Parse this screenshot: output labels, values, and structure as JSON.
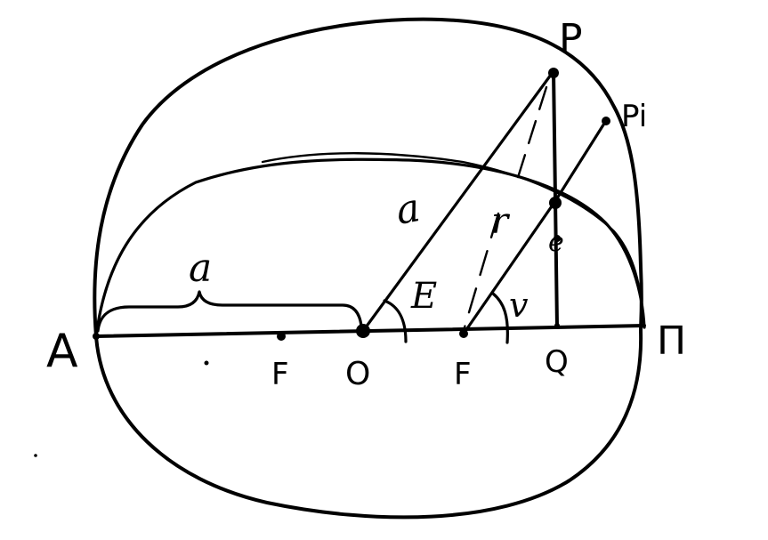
{
  "labels": {
    "A": "A",
    "F_left": "F",
    "O": "O",
    "F_right": "F",
    "Q": "Q",
    "Pi": "Π",
    "P": "P",
    "P1": "Pi",
    "a_radius": "a",
    "a_semi_axis": "a",
    "E": "E",
    "r": "r",
    "v": "v",
    "e": "e"
  }
}
